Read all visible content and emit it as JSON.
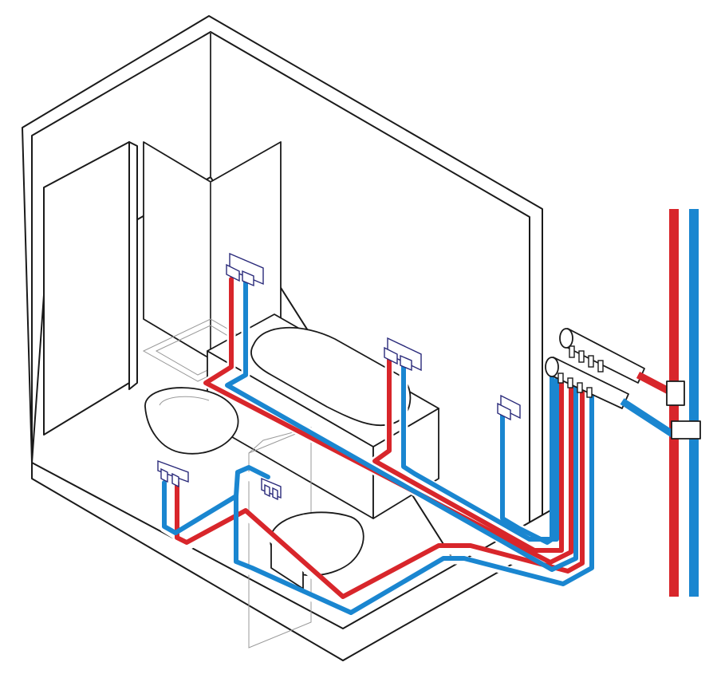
{
  "diagram": {
    "kind": "bathroom-plumbing-isometric",
    "colors": {
      "hot_pipe": "#d8262b",
      "cold_pipe": "#1a86d0",
      "outline": "#1a1a1a",
      "fitting_outline": "#2a2a7a"
    },
    "fixtures": [
      {
        "name": "shower-mixer",
        "icon": "wall-mixer-icon"
      },
      {
        "name": "bathtub-mixer",
        "icon": "wall-mixer-icon"
      },
      {
        "name": "bidet-valve",
        "icon": "wall-valve-icon"
      },
      {
        "name": "washbasin-manifold",
        "icon": "manifold-icon"
      },
      {
        "name": "wc-cistern-valve",
        "icon": "manifold-icon"
      },
      {
        "name": "distribution-manifold",
        "icon": "manifold-icon"
      }
    ]
  }
}
